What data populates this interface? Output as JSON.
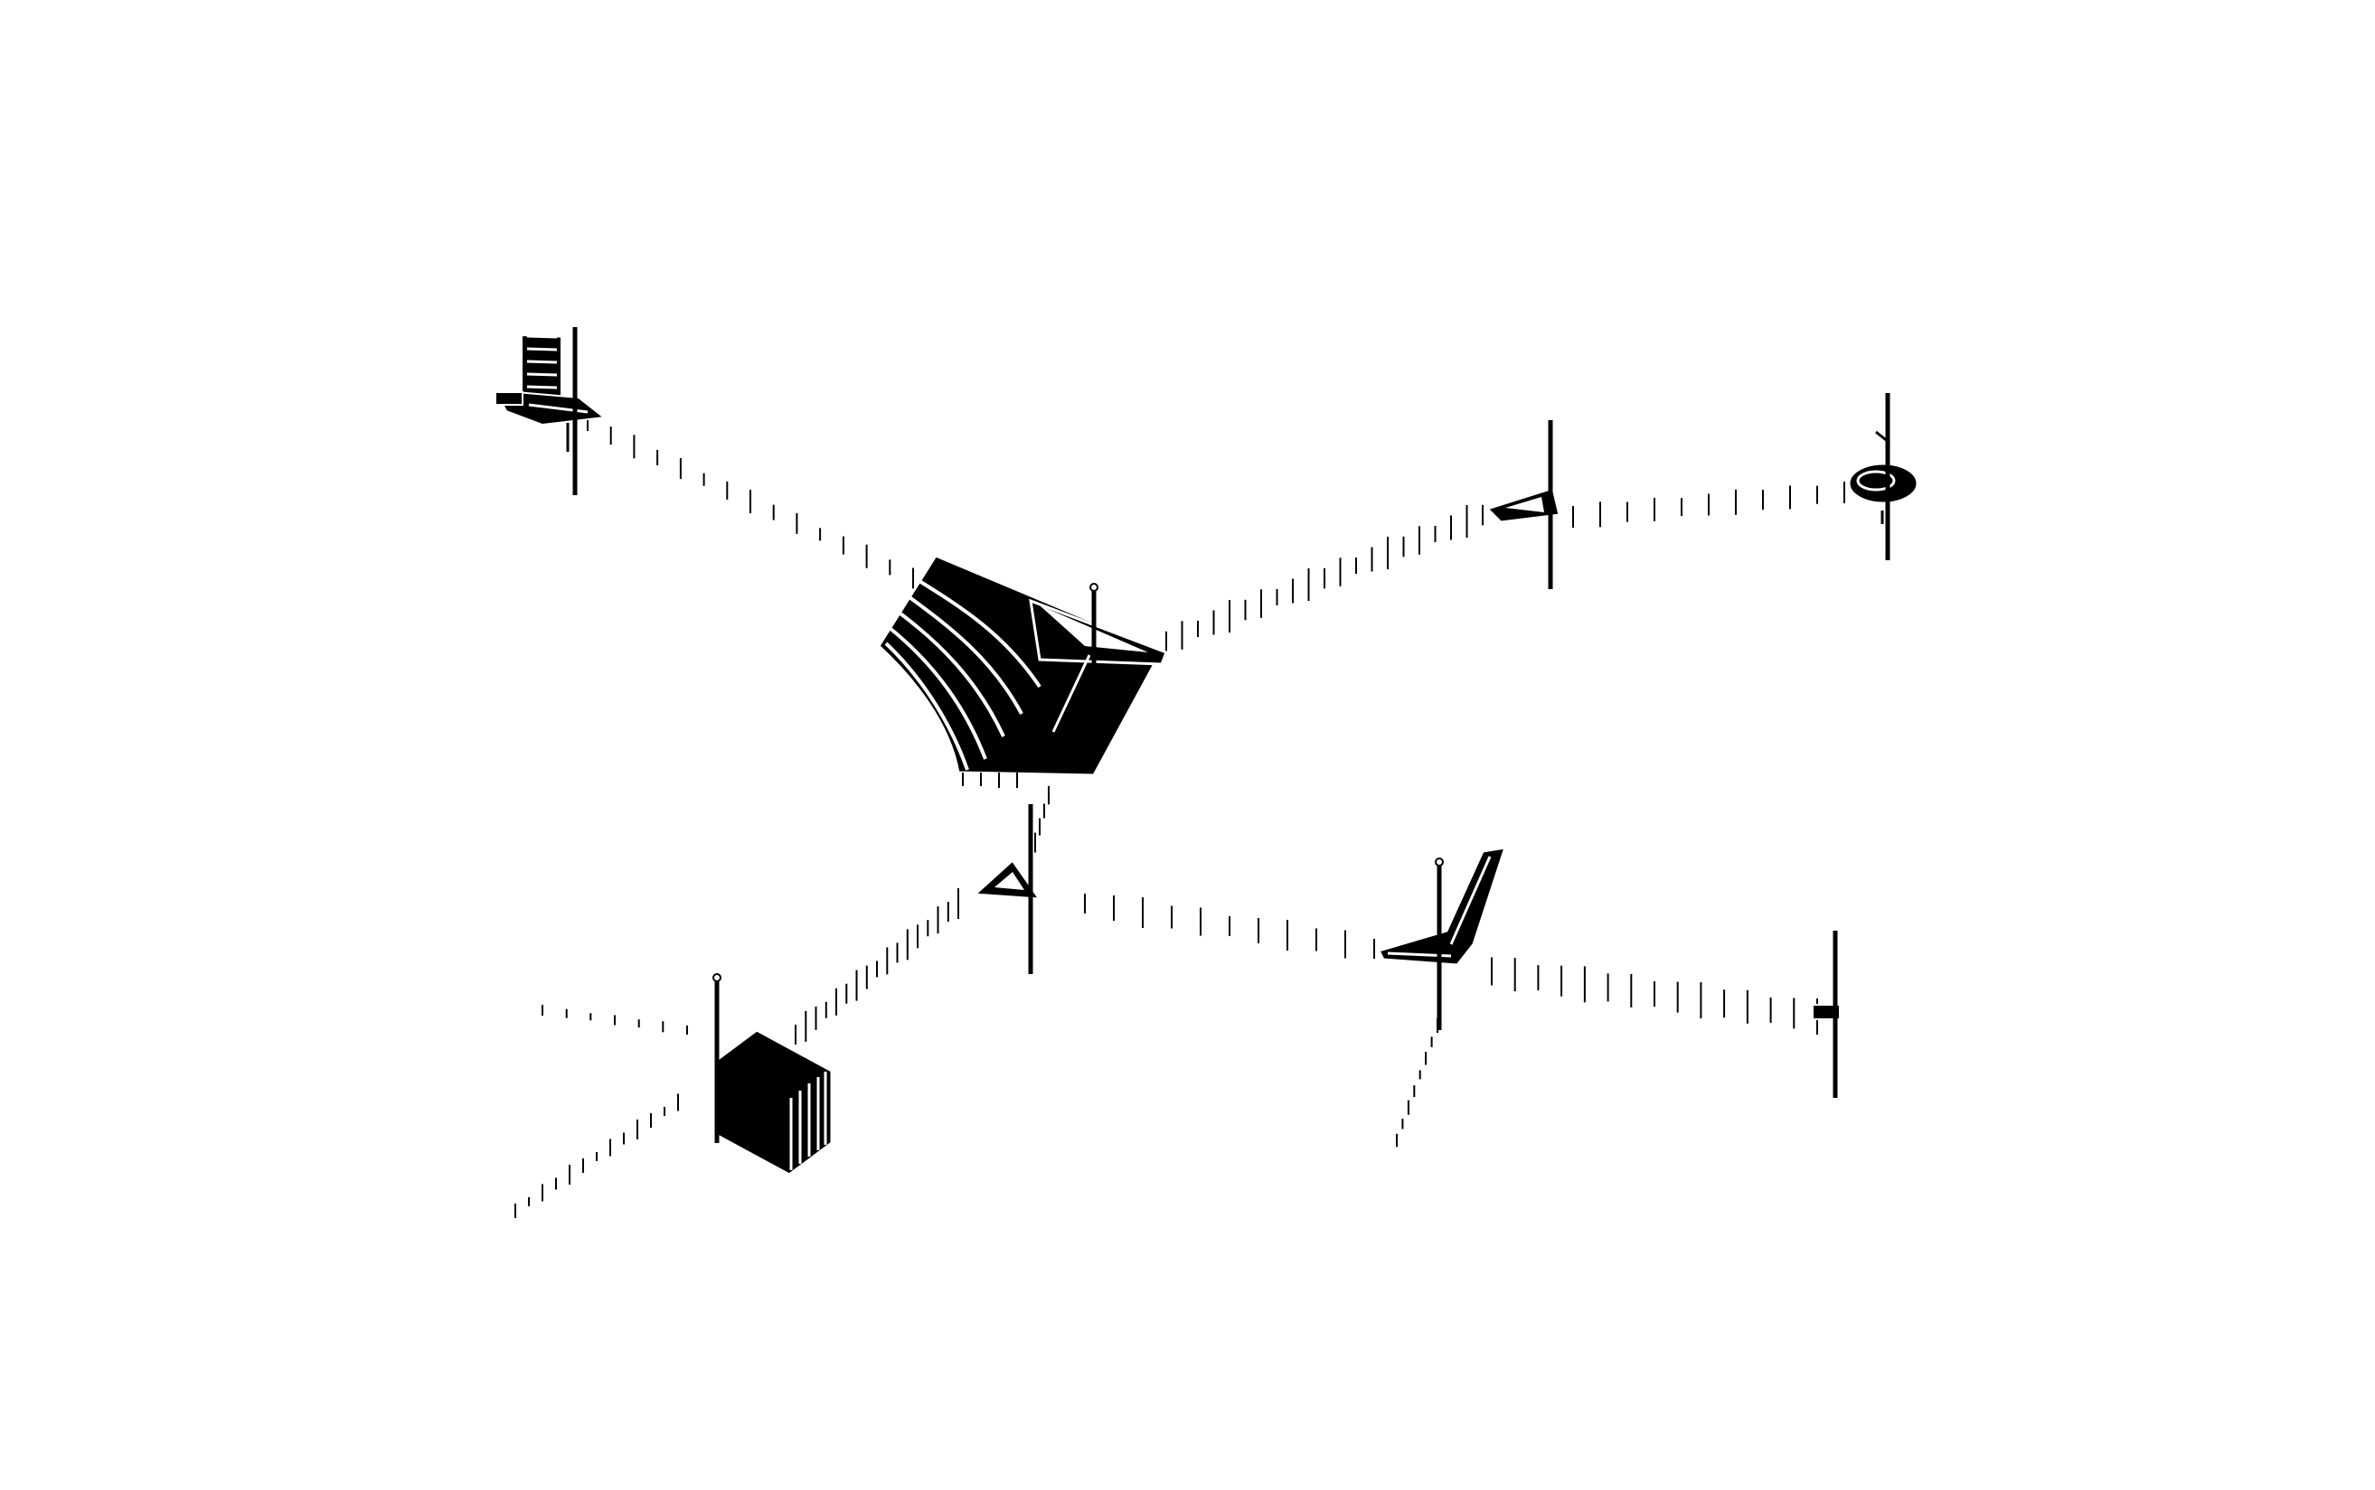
{
  "diagram": {
    "kind": "axonometric-drawing",
    "background_color": "#ffffff",
    "ink_color": "#000000",
    "highlight_color": "#ffffff",
    "labels": [],
    "objects": [
      {
        "id": "slatted-lounge-chair",
        "icon": "lounger-icon"
      },
      {
        "id": "stepped-amphitheater-seating",
        "icon": "amphitheater-icon"
      },
      {
        "id": "triangular-bench",
        "icon": "triangle-bench-icon"
      },
      {
        "id": "small-triangle-table",
        "icon": "triangle-icon"
      },
      {
        "id": "round-table",
        "icon": "round-table-icon"
      },
      {
        "id": "slatted-block-seat",
        "icon": "cube-icon"
      },
      {
        "id": "l-shaped-bench",
        "icon": "l-bench-icon"
      },
      {
        "id": "small-pole-seat",
        "icon": "pole-seat-icon"
      }
    ],
    "path_count": 8
  }
}
